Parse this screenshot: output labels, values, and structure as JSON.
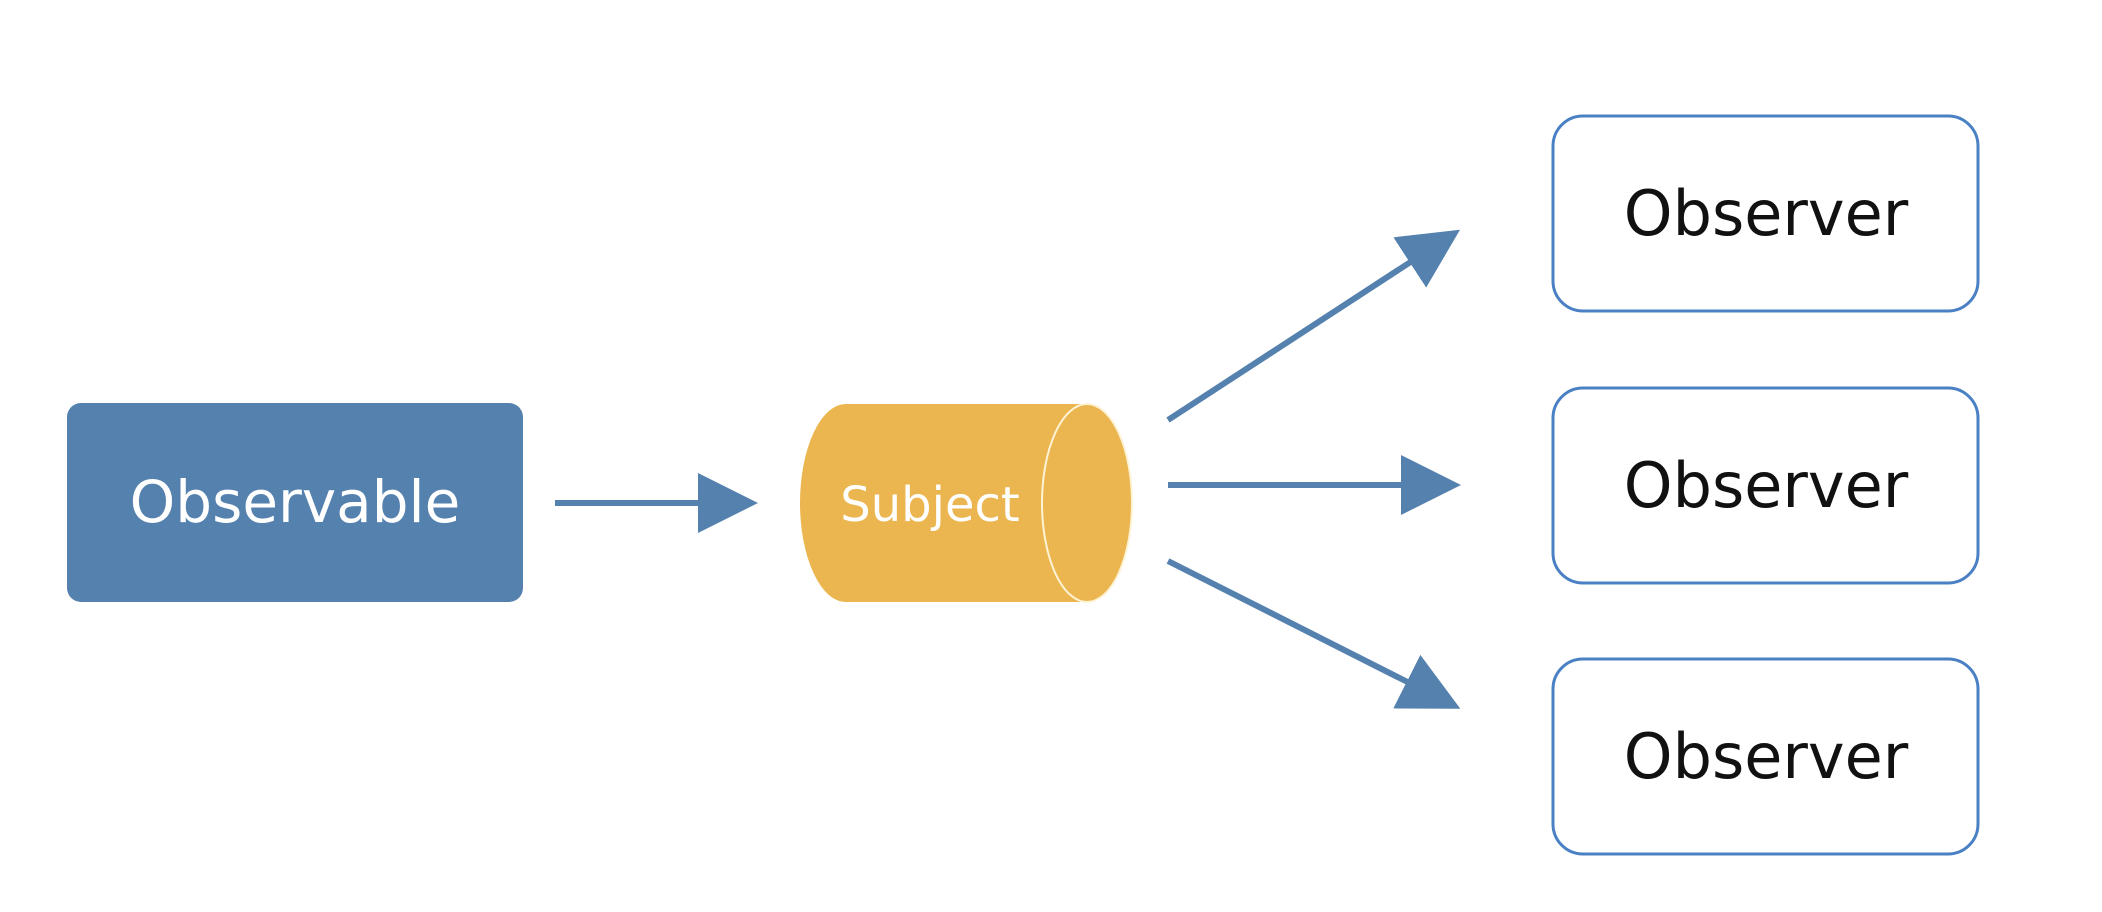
{
  "diagram": {
    "observable": {
      "label": "Observable",
      "fill": "#5581AE"
    },
    "subject": {
      "label": "Subject",
      "fill": "#EBB64F",
      "stroke": "#FFF3D6"
    },
    "observers": [
      {
        "label": "Observer"
      },
      {
        "label": "Observer"
      },
      {
        "label": "Observer"
      }
    ],
    "colors": {
      "arrow": "#5581AE",
      "observer_border": "#4A80C4",
      "observer_text": "#111111",
      "observable_text": "#ffffff",
      "subject_text": "#ffffff"
    }
  }
}
